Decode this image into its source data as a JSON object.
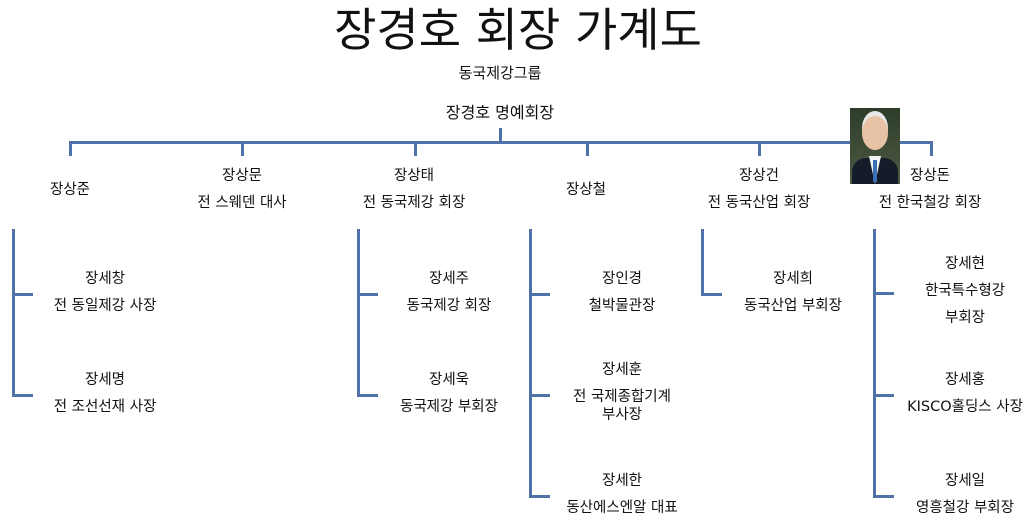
{
  "title": "장경호 회장 가계도",
  "subtitle": "동국제강그룹",
  "root": "장경호 명예회장",
  "children": [
    {
      "name": "장상준",
      "role": ""
    },
    {
      "name": "장상문",
      "role": "전 스웨덴 대사"
    },
    {
      "name": "장상태",
      "role": "전 동국제강 회장"
    },
    {
      "name": "장상철",
      "role": ""
    },
    {
      "name": "장상건",
      "role": "전 동국산업 회장"
    },
    {
      "name": "장상돈",
      "role": "전 한국철강 회장"
    }
  ],
  "grandchildren": {
    "g0": [
      {
        "name": "장세창",
        "role": "전 동일제강 사장"
      },
      {
        "name": "장세명",
        "role": "전 조선선재 사장"
      }
    ],
    "g2": [
      {
        "name": "장세주",
        "role": "동국제강 회장"
      },
      {
        "name": "장세욱",
        "role": "동국제강 부회장"
      }
    ],
    "g3": [
      {
        "name": "장인경",
        "role": "철박물관장"
      },
      {
        "name": "장세훈",
        "role": "전 국제종합기계",
        "role2": "부사장"
      },
      {
        "name": "장세한",
        "role": "동산에스엔알 대표"
      }
    ],
    "g4": [
      {
        "name": "장세희",
        "role": "동국산업 부회장"
      }
    ],
    "g5": [
      {
        "name": "장세현",
        "role": "한국특수형강",
        "role2": "부회장"
      },
      {
        "name": "장세홍",
        "role": "KISCO홀딩스 사장"
      },
      {
        "name": "장세일",
        "role": "영흥철강 부회장"
      }
    ]
  },
  "colors": {
    "line": "#4f73a8"
  }
}
